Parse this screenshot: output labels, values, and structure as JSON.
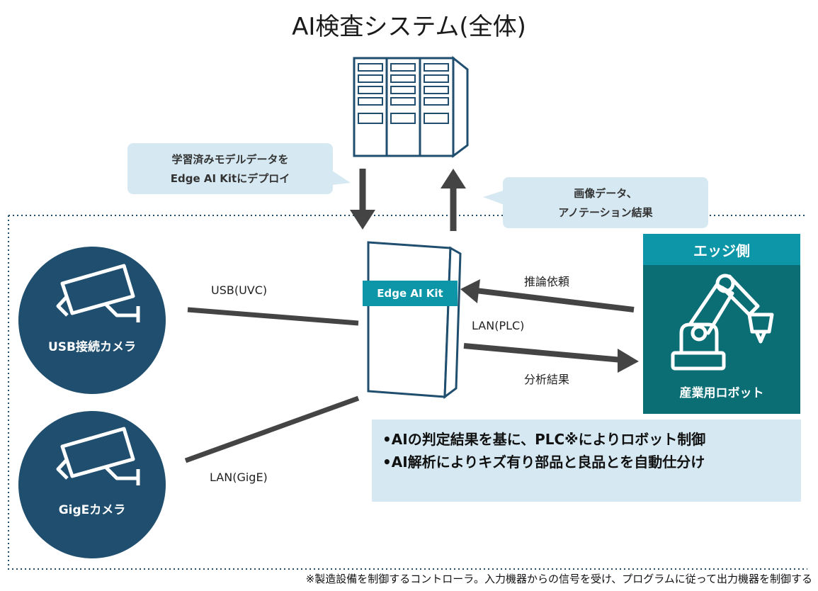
{
  "title": "AI検査システム(全体)",
  "deploy_bubble": {
    "line1": "学習済みモデルデータを",
    "line2": "Edge AI Kitにデプロイ"
  },
  "upload_bubble": {
    "line1": "画像データ、",
    "line2": "アノテーション結果"
  },
  "edge_kit_label": "Edge AI Kit",
  "edge_side_label": "エッジ側",
  "robot_label": "産業用ロボット",
  "usb_camera_label": "USB接続カメラ",
  "gige_camera_label": "GigEカメラ",
  "link_labels": {
    "usb": "USB(UVC)",
    "gige": "LAN(GigE)",
    "plc": "LAN(PLC)",
    "inference_request": "推論依頼",
    "analysis_result": "分析結果"
  },
  "notes": [
    "•AIの判定結果を基に、PLC※によりロボット制御",
    "•AI解析によりキズ有り部品と良品とを自動仕分け"
  ],
  "footnote": "※製造設備を制御するコントローラ。入力機器からの信号を受け、プログラムに従って出力機器を制御する",
  "colors": {
    "accent": "#0c96a8",
    "dark_teal": "#0b6e75",
    "navy": "#1f4e6e",
    "bubble": "#d6e9f3"
  }
}
